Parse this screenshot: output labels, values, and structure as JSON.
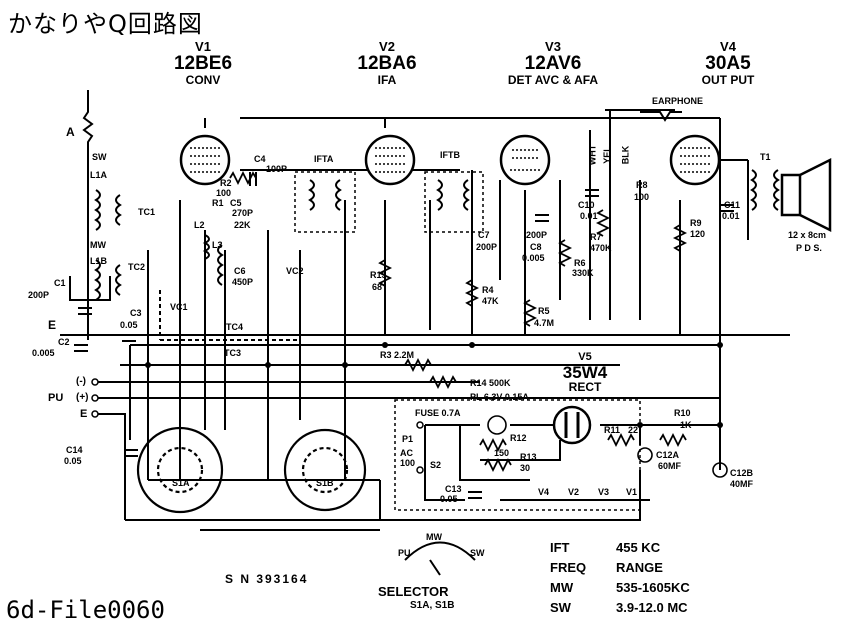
{
  "title": "かなりやQ回路図",
  "file_label": "6d-File0060",
  "tubes": [
    {
      "id": "V1",
      "type": "12BE6",
      "function": "CONV"
    },
    {
      "id": "V2",
      "type": "12BA6",
      "function": "IFA"
    },
    {
      "id": "V3",
      "type": "12AV6",
      "function": "DET AVC & AFA"
    },
    {
      "id": "V4",
      "type": "30A5",
      "function": "OUT PUT"
    },
    {
      "id": "V5",
      "type": "35W4",
      "function": "RECT"
    }
  ],
  "labels": {
    "earphone": "EARPHONE",
    "antenna": "A",
    "sw": "SW",
    "mw": "MW",
    "l1a": "L1A",
    "l1b": "L1B",
    "tc1": "TC1",
    "tc2": "TC2",
    "tc3": "TC3",
    "tc4": "TC4",
    "vc1": "VC1",
    "vc2": "VC2",
    "c1": "C1",
    "c1v": "200P",
    "c2": "C2",
    "c2v": "0.005",
    "c3": "C3",
    "c3v": "0.05",
    "c4": "C4",
    "c4v": "100P",
    "c5": "C5",
    "c5v": "270P",
    "c6": "C6",
    "c6v": "450P",
    "c7": "C7",
    "c7v": "200P",
    "c8": "C8",
    "c8v": "0.005",
    "c9v": "200P",
    "c10": "C10",
    "c10v": "0.01",
    "c11": "C11",
    "c11v": "0.01",
    "c12a": "C12A",
    "c12av": "60MF",
    "c12b": "C12B",
    "c12bv": "40MF",
    "c13": "C13",
    "c13v": "0.05",
    "c14": "C14",
    "c14v": "0.05",
    "r1": "R1",
    "r1v": "22K",
    "r2": "R2",
    "r2v": "100",
    "r3": "R3 2.2M",
    "r4": "R4",
    "r4v": "47K",
    "r5": "R5",
    "r5v": "4.7M",
    "r6": "R6",
    "r6v": "330K",
    "r7": "R7",
    "r7v": "470K",
    "r8": "R8",
    "r8v": "100",
    "r9": "R9",
    "r9v": "120",
    "r10": "R10",
    "r10v": "1K",
    "r11": "R11",
    "r11v": "22",
    "r12": "R12",
    "r12v": "150",
    "r13": "R13",
    "r13v": "30",
    "r14": "R14 500K",
    "r15": "R15",
    "r15v": "68",
    "l2": "L2",
    "l3": "L3",
    "ifta": "IFTA",
    "iftb": "IFTB",
    "t1": "T1",
    "speaker": "12 x 8cm",
    "pds": "P D S.",
    "wht": "WHT",
    "yel": "YEL",
    "blk": "BLK",
    "fuse": "FUSE 0.7A",
    "pl": "PL 6.3V 0.15A",
    "ac": "AC",
    "ac100": "100",
    "p1": "P1",
    "s2": "S2",
    "e": "E",
    "minus": "(-)",
    "pu": "PU",
    "plus": "(+)",
    "e2": "E",
    "s1a": "S1A",
    "s1b": "S1B",
    "heater_v4": "V4",
    "heater_v2": "V2",
    "heater_v3": "V3",
    "heater_v1": "V1"
  },
  "serial": "S N 393164",
  "selector": {
    "label": "SELECTOR",
    "sub": "S1A, S1B",
    "pu": "PU",
    "mw": "MW",
    "sw": "SW"
  },
  "specs": [
    {
      "name": "IFT",
      "value": "455 KC"
    },
    {
      "name": "FREQ",
      "value": "RANGE"
    },
    {
      "name": "MW",
      "value": "535-1605KC"
    },
    {
      "name": "SW",
      "value": "3.9-12.0 MC"
    }
  ]
}
